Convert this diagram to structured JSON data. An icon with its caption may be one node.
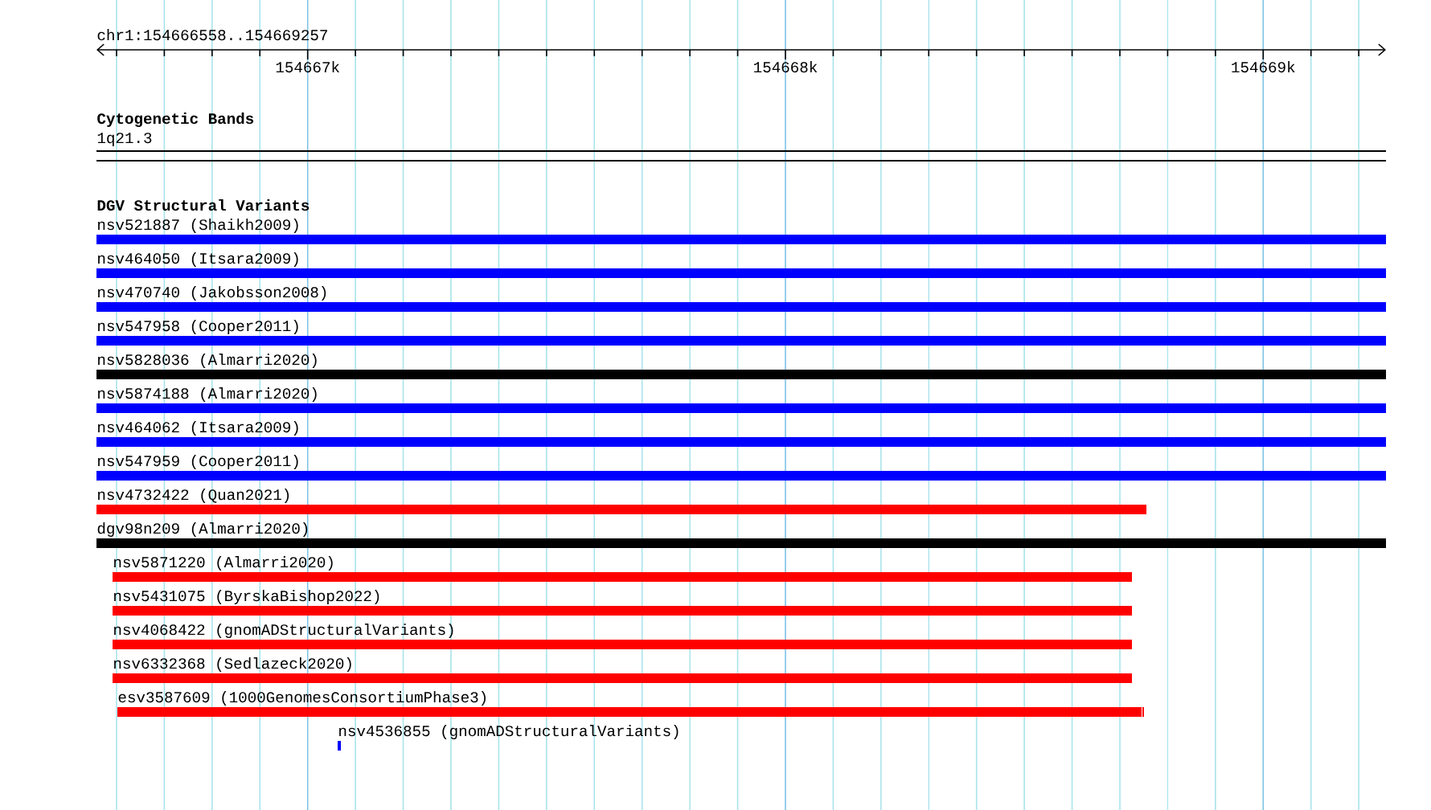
{
  "diagram": {
    "nodes": [
      {
        "text": [
          "nsv521887 (Shaikh2009)"
        ]
      },
      {
        "text": [
          "nsv464050 (Itsara2009)"
        ]
      },
      {
        "text": [
          "nsv470740 (Jakobsson2008)"
        ]
      },
      {
        "text": [
          "nsv547958 (Cooper2011)"
        ]
      },
      {
        "text": [
          "nsv5828036 (Almarri2020)"
        ]
      },
      {
        "text": [
          "nsv5874188 (Almarri2020)"
        ]
      },
      {
        "text": [
          "nsv464062 (Itsara2009)"
        ]
      },
      {
        "text": [
          "nsv547959 (Cooper2011)"
        ]
      },
      {
        "text": [
          "nsv4732422 (Quan2021)"
        ]
      },
      {
        "text": [
          "dgv98n209 (Almarri2020)"
        ]
      },
      {
        "text": [
          "nsv5871220 (Almarri2020)"
        ]
      },
      {
        "text": [
          "nsv5431075 (ByrskaBishop2022)"
        ]
      },
      {
        "text": [
          "nsv4068422 (gnomADStructuralVariants)"
        ]
      },
      {
        "text": [
          "nsv6332368 (Sedlazeck2020)"
        ]
      },
      {
        "text": [
          "esv3587609 (1000GenomesConsortiumPhase3)"
        ]
      },
      {
        "text": [
          "nsv4536855 (gnomADStructuralVariants)"
        ]
      }
    ],
    "labels": [
      "chr1:154666558..154669257",
      "154667k",
      "154668k",
      "154669k",
      "Cytogenetic Bands",
      "1q21.3",
      "DGV Structural Variants"
    ]
  }
}
